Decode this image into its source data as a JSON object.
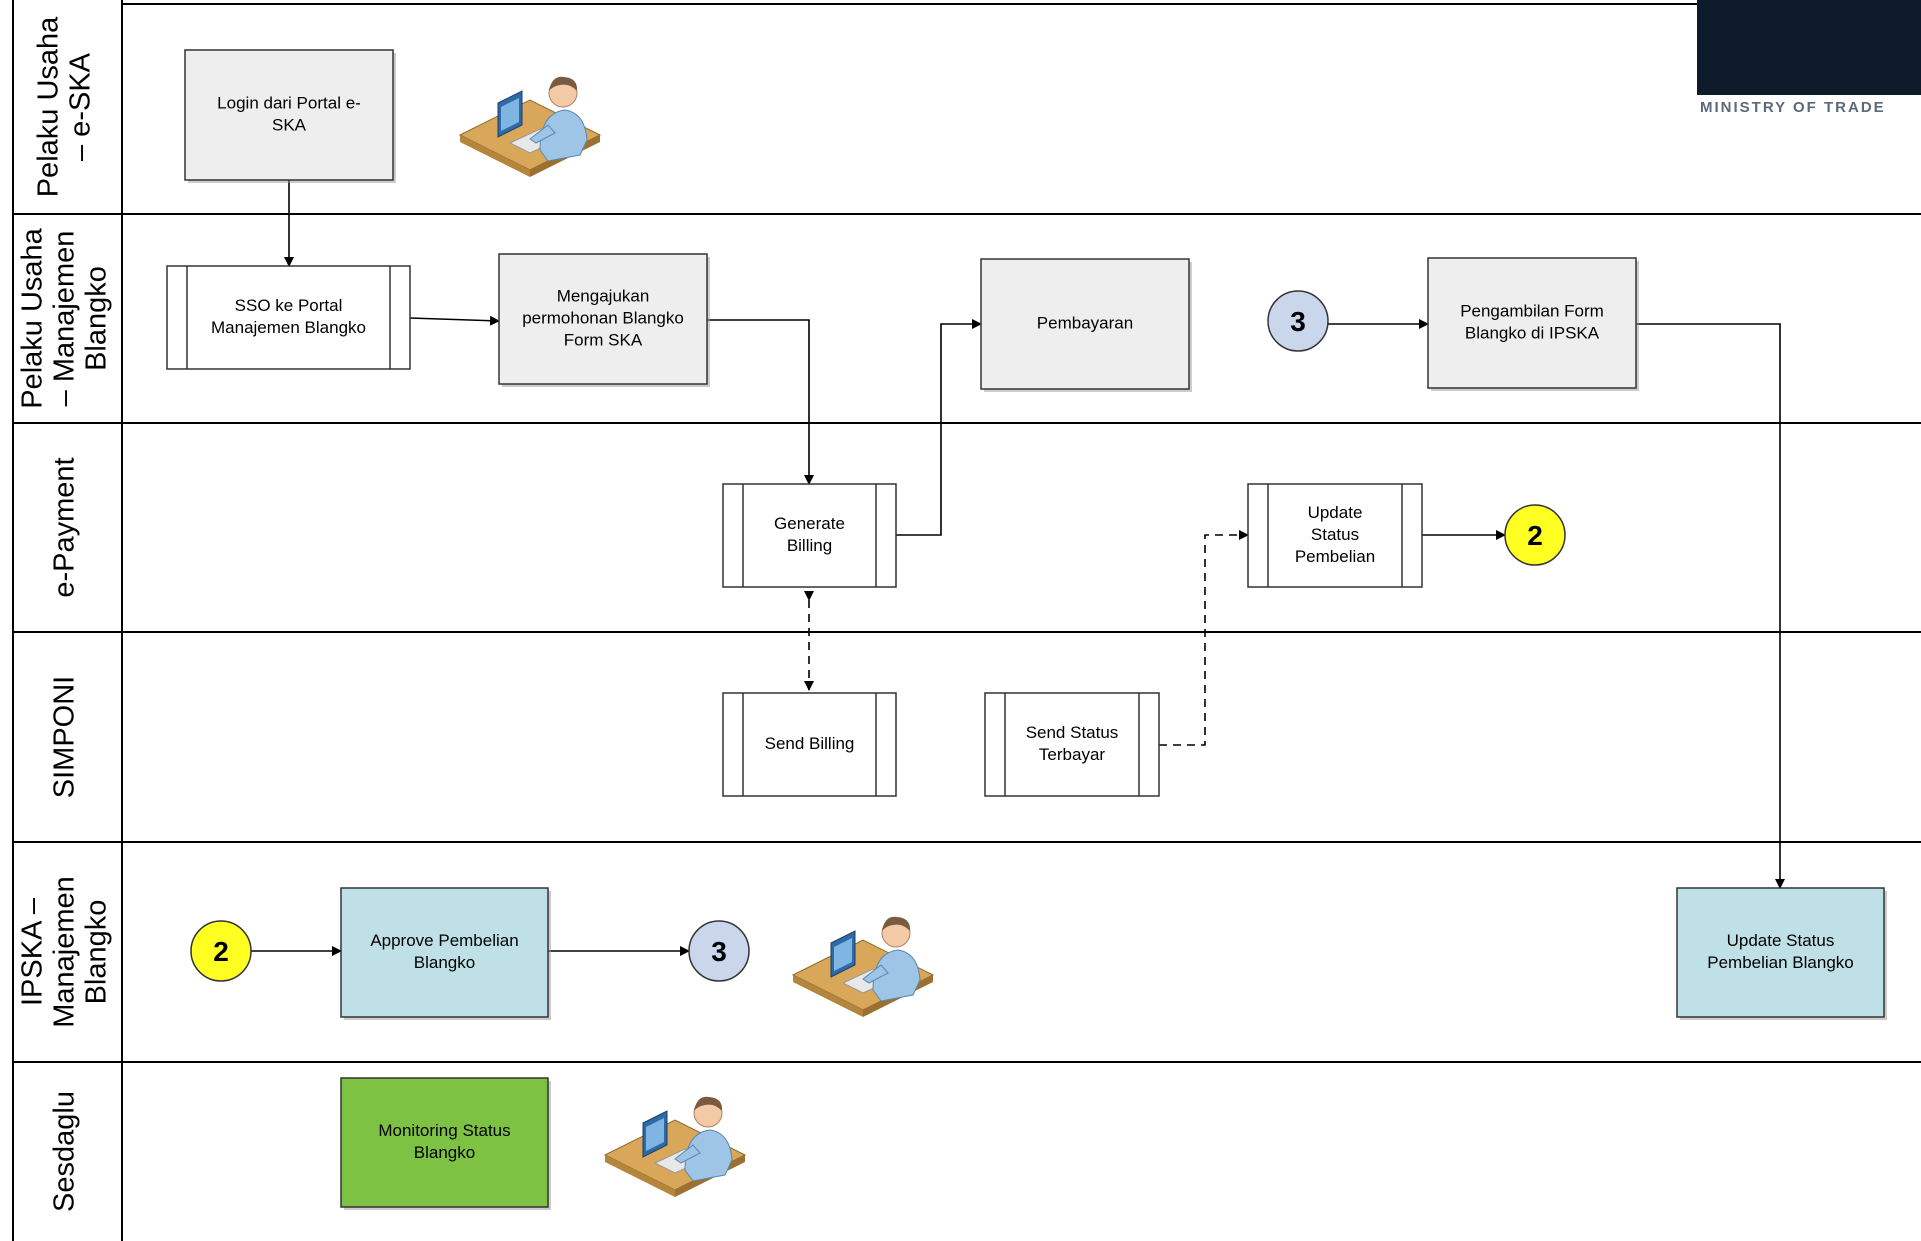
{
  "lanes": [
    {
      "id": "l1",
      "lines": [
        "Pelaku Usaha",
        "– e-SKA"
      ]
    },
    {
      "id": "l2",
      "lines": [
        "Pelaku Usaha",
        "– Manajemen",
        "Blangko"
      ]
    },
    {
      "id": "l3",
      "lines": [
        "e-Payment"
      ]
    },
    {
      "id": "l4",
      "lines": [
        "SIMPONI"
      ]
    },
    {
      "id": "l5",
      "lines": [
        "IPSKA –",
        "Manajemen",
        "Blangko"
      ]
    },
    {
      "id": "l6",
      "lines": [
        "Sesdaglu"
      ]
    }
  ],
  "logo": {
    "caption": "MINISTRY OF TRADE"
  },
  "nodes": {
    "login": {
      "lines": [
        "Login dari Portal e-",
        "SKA"
      ],
      "fill": "#eeeeee"
    },
    "sso": {
      "lines": [
        "SSO ke Portal",
        "Manajemen Blangko"
      ],
      "fill": "#ffffff"
    },
    "mengajukan": {
      "lines": [
        "Mengajukan",
        "permohonan Blangko",
        "Form SKA"
      ],
      "fill": "#eeeeee"
    },
    "pembayaran": {
      "lines": [
        "Pembayaran"
      ],
      "fill": "#eeeeee"
    },
    "pengambilan": {
      "lines": [
        "Pengambilan Form",
        "Blangko di IPSKA"
      ],
      "fill": "#eeeeee"
    },
    "generate": {
      "lines": [
        "Generate",
        "Billing"
      ],
      "fill": "#ffffff"
    },
    "update_status": {
      "lines": [
        "Update",
        "Status",
        "Pembelian"
      ],
      "fill": "#ffffff"
    },
    "send_billing": {
      "lines": [
        "Send Billing"
      ],
      "fill": "#ffffff"
    },
    "send_status": {
      "lines": [
        "Send Status",
        "Terbayar"
      ],
      "fill": "#ffffff"
    },
    "approve": {
      "lines": [
        "Approve Pembelian",
        "Blangko"
      ],
      "fill": "#bfe0e6"
    },
    "update_pembelian": {
      "lines": [
        "Update Status",
        "Pembelian Blangko"
      ],
      "fill": "#bfe0e6"
    },
    "monitoring": {
      "lines": [
        "Monitoring Status",
        "Blangko"
      ],
      "fill": "#7dc242"
    }
  },
  "connectors": {
    "c3_top": {
      "label": "3",
      "fill": "#c9d6ec"
    },
    "c2_right": {
      "label": "2",
      "fill": "#ffff22"
    },
    "c2_left": {
      "label": "2",
      "fill": "#ffff22"
    },
    "c3_bottom": {
      "label": "3",
      "fill": "#c9d6ec"
    }
  },
  "icons": [
    "user-at-computer-icon",
    "user-at-computer-icon",
    "user-at-computer-icon"
  ]
}
